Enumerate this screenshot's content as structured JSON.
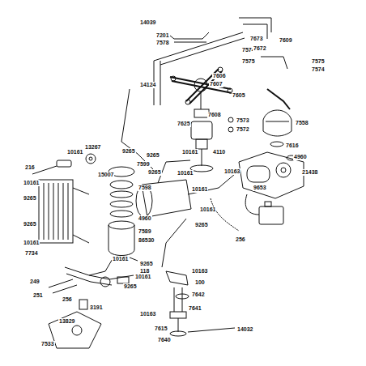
{
  "diagram": {
    "labels": [
      "14039",
      "7201",
      "7578",
      "7673",
      "7609",
      "7574",
      "7672",
      "7575",
      "7575",
      "7574",
      "14124",
      "7606",
      "7607",
      "7605",
      "7608",
      "7573",
      "7572",
      "7558",
      "7625",
      "7616",
      "9265",
      "9265",
      "10161",
      "4110",
      "4960",
      "9265",
      "10161",
      "10163",
      "21438",
      "10161",
      "9653",
      "10161",
      "9265",
      "256",
      "10161",
      "13267",
      "216",
      "7599",
      "15007",
      "10161",
      "9265",
      "7598",
      "4960",
      "7589",
      "9265",
      "10161",
      "86530",
      "7734",
      "10161",
      "9265",
      "118",
      "249",
      "10161",
      "9265",
      "10163",
      "100",
      "251",
      "256",
      "3191",
      "13829",
      "7642",
      "7641",
      "10163",
      "7615",
      "14032",
      "7640",
      "7533"
    ]
  }
}
